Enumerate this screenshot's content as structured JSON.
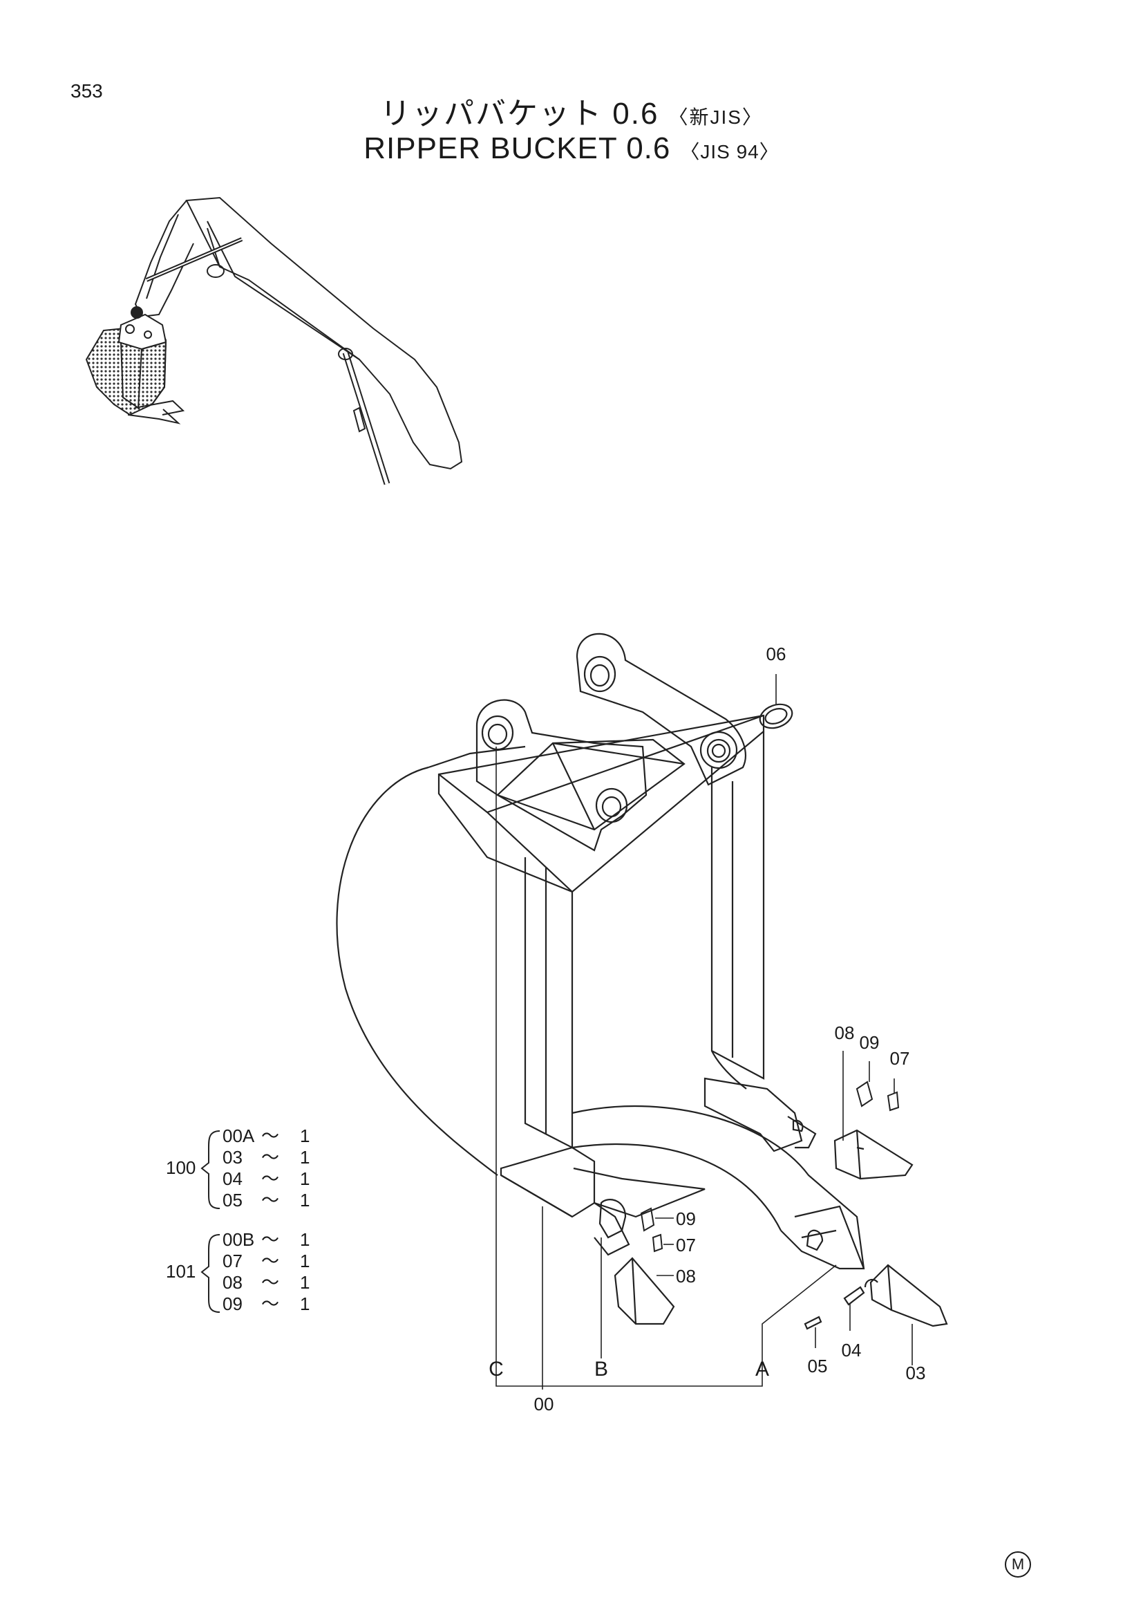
{
  "page": {
    "number": "353",
    "title_jp": "リッパバケット 0.6",
    "title_jp_spec": "〈新JIS〉",
    "title_en": "RIPPER BUCKET 0.6",
    "title_en_spec": "〈JIS 94〉",
    "maker_mark": "M"
  },
  "callouts": {
    "c06": "06",
    "c08_right": "08",
    "c09_right": "09",
    "c07_right": "07",
    "c09_mid": "09",
    "c07_mid": "07",
    "c08_mid": "08",
    "c05": "05",
    "c04": "04",
    "c03": "03",
    "c00": "00",
    "letter_a": "A",
    "letter_b": "B",
    "letter_c": "C"
  },
  "kits": [
    {
      "id": "100",
      "rows": [
        {
          "part": "00A",
          "sep": "～",
          "qty": "1"
        },
        {
          "part": "03",
          "sep": "～",
          "qty": "1"
        },
        {
          "part": "04",
          "sep": "～",
          "qty": "1"
        },
        {
          "part": "05",
          "sep": "～",
          "qty": "1"
        }
      ]
    },
    {
      "id": "101",
      "rows": [
        {
          "part": "00B",
          "sep": "～",
          "qty": "1"
        },
        {
          "part": "07",
          "sep": "～",
          "qty": "1"
        },
        {
          "part": "08",
          "sep": "～",
          "qty": "1"
        },
        {
          "part": "09",
          "sep": "～",
          "qty": "1"
        }
      ]
    }
  ]
}
